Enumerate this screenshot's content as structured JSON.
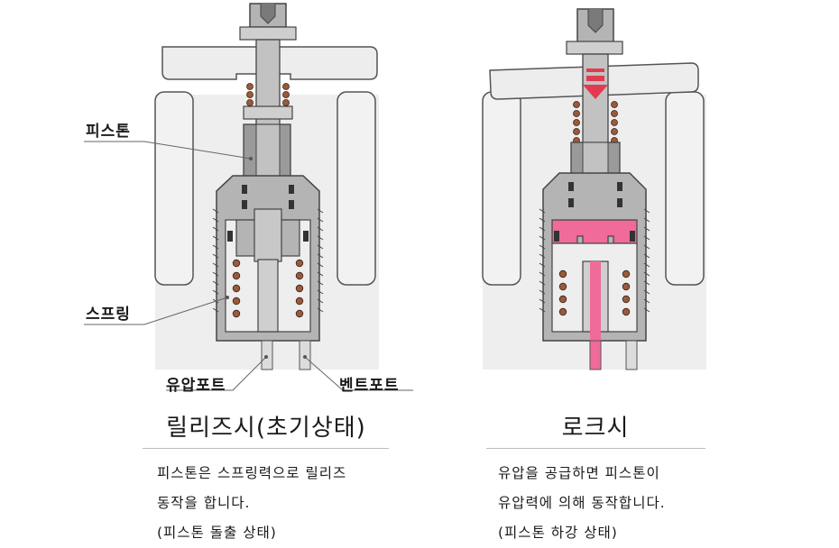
{
  "left": {
    "labels": {
      "piston": "피스톤",
      "spring": "스프링",
      "oil_port": "유압포트",
      "vent_port": "벤트포트"
    },
    "title": "릴리즈시(초기상태)",
    "description": [
      "피스톤은 스프링력으로 릴리즈",
      "동작을 합니다.",
      "(피스톤 돌출 상태)"
    ]
  },
  "right": {
    "title": "로크시",
    "description": [
      "유압을 공급하면 피스톤이",
      "유압력에 의해 동작합니다.",
      "(피스톤 하강 상태)"
    ]
  },
  "colors": {
    "body_gray": "#b4b4b4",
    "light_gray": "#eeeeee",
    "dark_gray": "#7a7a7a",
    "oil_pink": "#f06a9a",
    "arrow_red": "#e23a4e",
    "spring_brown": "#9a5a3c"
  }
}
